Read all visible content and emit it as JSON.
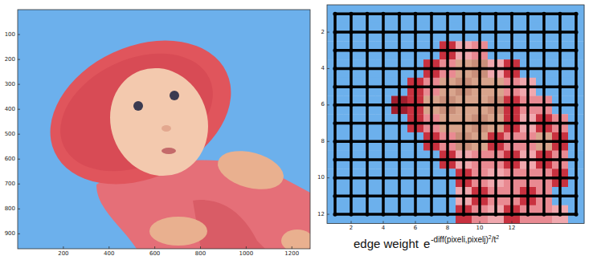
{
  "diagram": {
    "labels": [
      "100",
      "200",
      "300",
      "400",
      "500",
      "600",
      "700",
      "800",
      "900",
      "200",
      "400",
      "600",
      "800",
      "1000",
      "1200",
      "2",
      "4",
      "6",
      "8",
      "10",
      "12",
      "2",
      "4",
      "6",
      "8",
      "10",
      "12",
      "edge weight",
      "e",
      "-diff(pixeli,pixelj)",
      "2",
      "/t",
      "2"
    ]
  }
}
